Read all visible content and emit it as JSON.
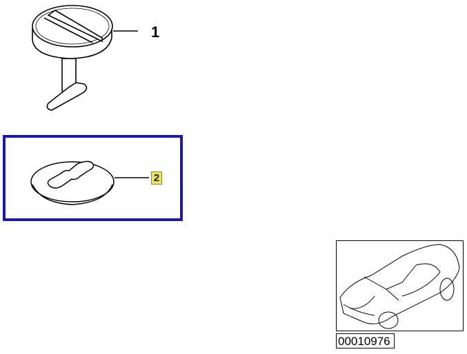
{
  "diagram": {
    "parts": [
      {
        "callout": "1",
        "description": "slotted quarter-turn fastener"
      },
      {
        "callout": "2",
        "description": "washer with keyhole slot",
        "highlighted": true
      }
    ],
    "highlight_color": "#1a1aa6",
    "callout_highlight_color": "#e6e36a",
    "vehicle_thumbnail": {
      "image_id": "00010976"
    }
  }
}
